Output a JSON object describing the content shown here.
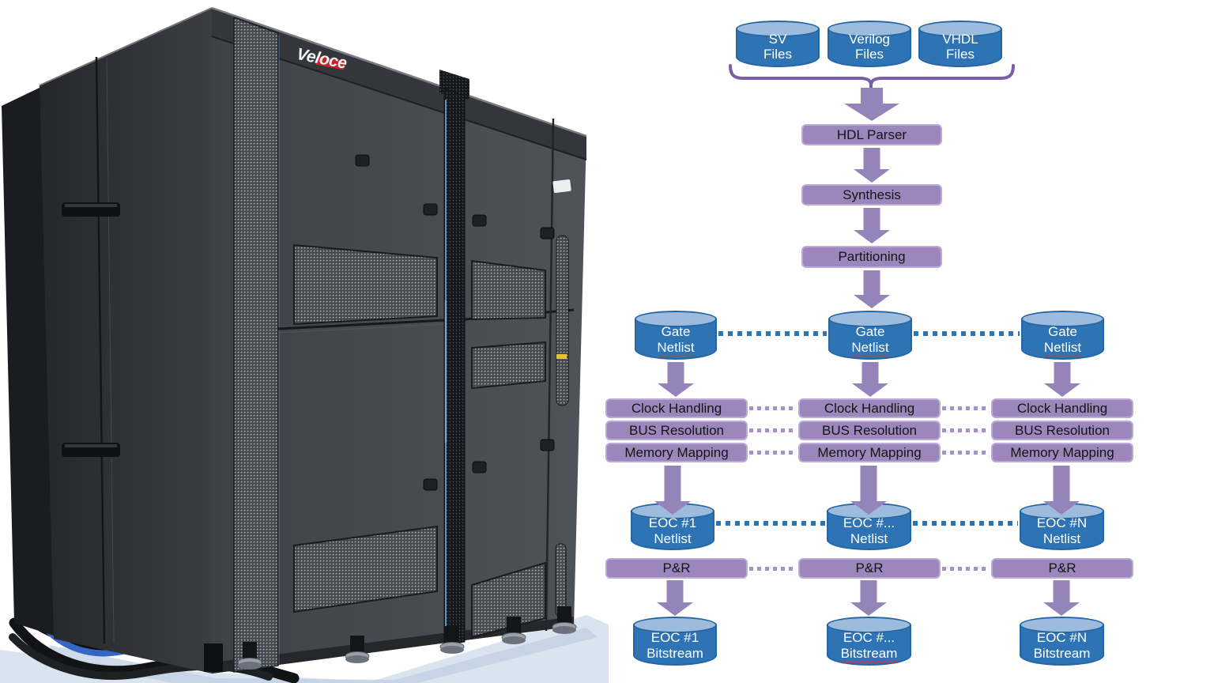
{
  "photo": {
    "brand": "Veloce"
  },
  "diagram": {
    "sources": [
      {
        "l1": "SV",
        "l2": "Files"
      },
      {
        "l1": "Verilog",
        "l2": "Files"
      },
      {
        "l1": "VHDL",
        "l2": "Files"
      }
    ],
    "pipeline": [
      {
        "label": "HDL Parser"
      },
      {
        "label": "Synthesis"
      },
      {
        "label": "Partitioning"
      }
    ],
    "gate_netlists": [
      {
        "l1": "Gate",
        "l2": "Netlist"
      },
      {
        "l1": "Gate",
        "l2": "Netlist"
      },
      {
        "l1": "Gate",
        "l2": "Netlist"
      }
    ],
    "steps": [
      {
        "label": "Clock Handling"
      },
      {
        "label": "BUS Resolution"
      },
      {
        "label": "Memory Mapping"
      }
    ],
    "eoc_netlists": [
      {
        "l1": "EOC #1",
        "l2": "Netlist"
      },
      {
        "l1": "EOC #...",
        "l2": "Netlist"
      },
      {
        "l1": "EOC #N",
        "l2": "Netlist"
      }
    ],
    "pr_label": "P&R",
    "bitstreams": [
      {
        "l1": "EOC #1",
        "l2": "Bitstream"
      },
      {
        "l1": "EOC #...",
        "l2": "Bitstream"
      },
      {
        "l1": "EOC #N",
        "l2": "Bitstream"
      }
    ],
    "colors": {
      "cylinder_body": "#2E74B5",
      "cylinder_top": "#9DBBDC",
      "process_box_fill": "#9C87BD",
      "process_box_border": "#BCABD6",
      "arrow": "#9584BA",
      "brace": "#7B5FA6",
      "dotted_blue": "#2E74B5",
      "dotted_purple": "#A593C6"
    }
  }
}
